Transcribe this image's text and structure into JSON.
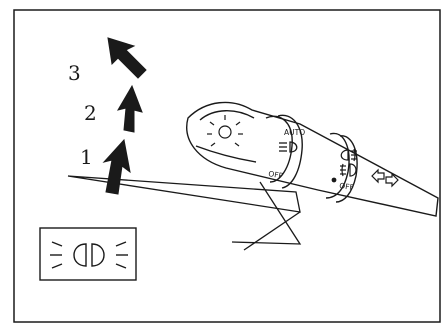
{
  "steps": {
    "one": "1",
    "two": "2",
    "three": "3"
  },
  "stalk": {
    "auto_label": "AUTO",
    "off_label_1": "OFF",
    "off_label_2": "OFF"
  },
  "icons": {
    "headlamp_high_beam": "headlamp-high-beam-icon",
    "parking_lamps": "parking-lamps-icon",
    "turn_signal": "turn-signal-arrows-icon",
    "front_fog": "front-fog-lamp-icon",
    "rear_fog": "rear-fog-lamp-icon",
    "low_beam": "low-beam-icon",
    "sun_light_sensor": "light-sensor-icon"
  },
  "colors": {
    "line": "#1a1a1a",
    "background": "#ffffff"
  }
}
